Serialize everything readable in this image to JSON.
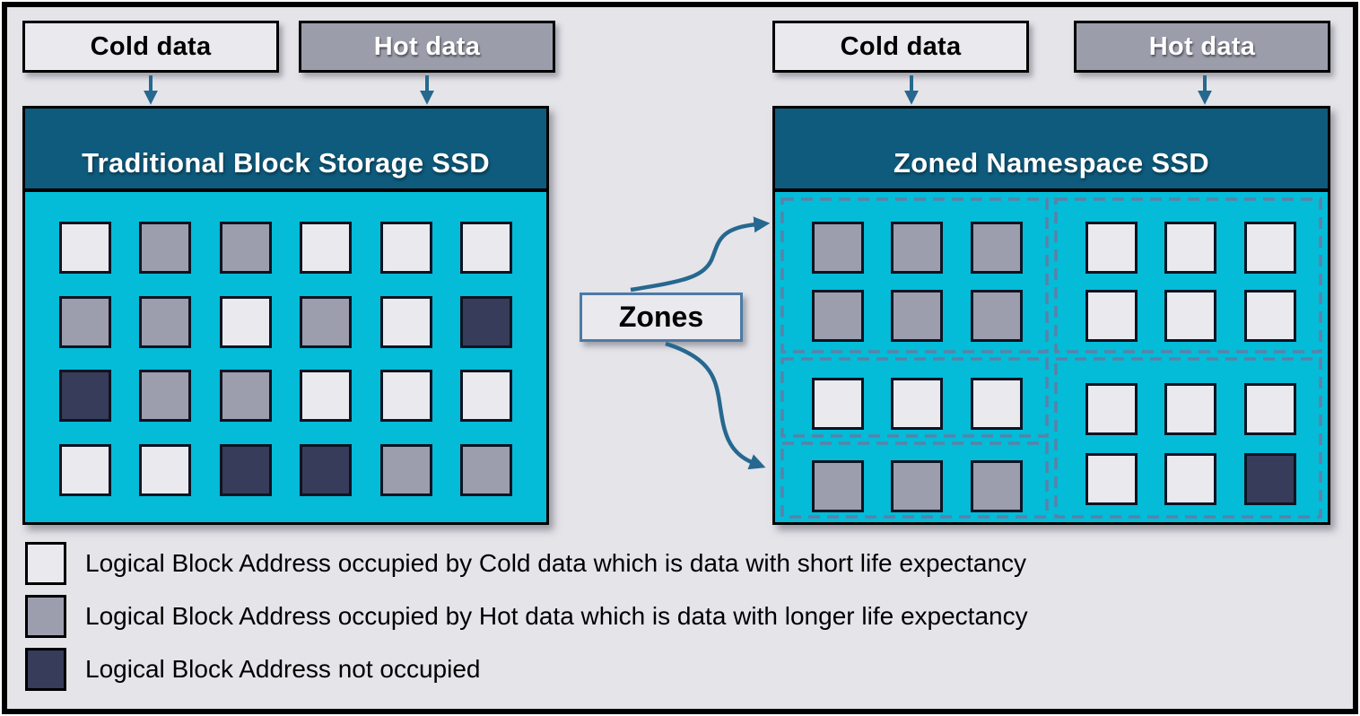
{
  "colors": {
    "background": "#e5e4e9",
    "frame_border": "#000000",
    "ssd_header": "#0e5b7d",
    "ssd_body": "#04bbd8",
    "block_cold": "#e9e9ee",
    "block_hot": "#9c9eae",
    "block_empty": "#363c59",
    "label_cold_bg": "#e9e9ee",
    "label_hot_bg": "#9c9dab",
    "arrow": "#26688f",
    "zone_dash": "#5b81a8",
    "zones_box_border": "#4d7aa6"
  },
  "left_flow": {
    "cold_label": "Cold data",
    "hot_label": "Hot data"
  },
  "right_flow": {
    "cold_label": "Cold data",
    "hot_label": "Hot data"
  },
  "zones_label": "Zones",
  "traditional_ssd": {
    "title": "Traditional Block Storage SSD",
    "grid": [
      [
        "cold",
        "hot",
        "hot",
        "cold",
        "cold",
        "cold"
      ],
      [
        "hot",
        "hot",
        "cold",
        "hot",
        "cold",
        "empty"
      ],
      [
        "empty",
        "hot",
        "hot",
        "cold",
        "cold",
        "cold"
      ],
      [
        "cold",
        "cold",
        "empty",
        "empty",
        "hot",
        "hot"
      ]
    ]
  },
  "zoned_ssd": {
    "title": "Zoned Namespace SSD",
    "zones": [
      {
        "name": "zone-top-left",
        "blocks": [
          [
            "hot",
            "hot",
            "hot"
          ],
          [
            "hot",
            "hot",
            "hot"
          ]
        ]
      },
      {
        "name": "zone-top-right",
        "blocks": [
          [
            "cold",
            "cold",
            "cold"
          ],
          [
            "cold",
            "cold",
            "cold"
          ]
        ]
      },
      {
        "name": "zone-middle-left",
        "blocks": [
          [
            "cold",
            "cold",
            "cold"
          ]
        ]
      },
      {
        "name": "zone-bottom-left",
        "blocks": [
          [
            "hot",
            "hot",
            "hot"
          ]
        ]
      },
      {
        "name": "zone-bottom-right",
        "blocks": [
          [
            "cold",
            "cold",
            "cold"
          ],
          [
            "cold",
            "cold",
            "empty"
          ]
        ]
      }
    ]
  },
  "legend": {
    "items": [
      {
        "type": "cold",
        "text": "Logical Block Address occupied by Cold data which is data with short life expectancy"
      },
      {
        "type": "hot",
        "text": "Logical Block Address occupied by Hot data which is data with longer life expectancy"
      },
      {
        "type": "empty",
        "text": "Logical Block Address not occupied"
      }
    ]
  }
}
